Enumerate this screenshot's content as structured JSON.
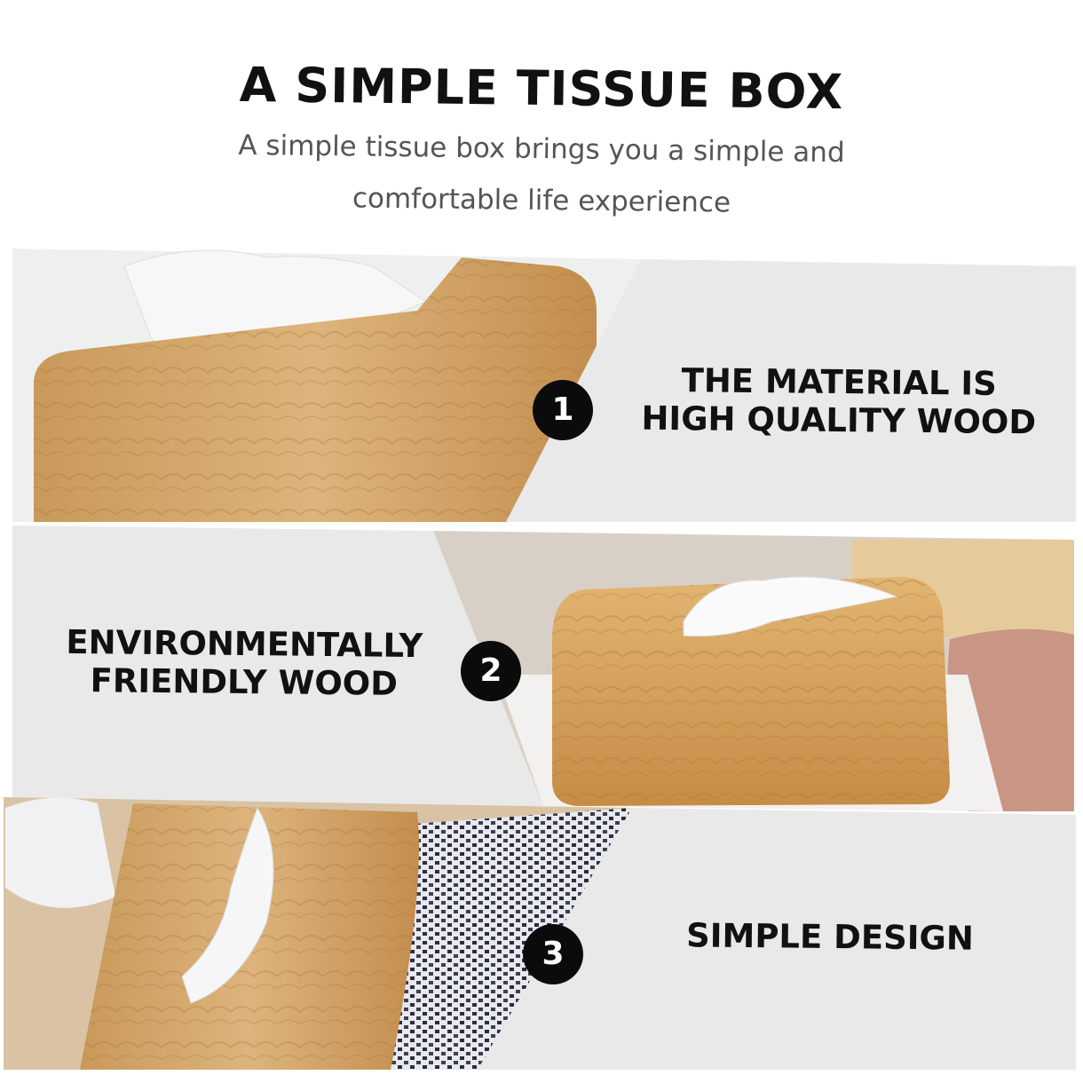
{
  "header": {
    "title": "A SIMPLE TISSUE BOX",
    "subtitle_line1": "A simple tissue box brings you a simple and",
    "subtitle_line2": "comfortable life experience"
  },
  "features": [
    {
      "number": "1",
      "line1": "THE MATERIAL IS",
      "line2": "HIGH QUALITY WOOD"
    },
    {
      "number": "2",
      "line1": "ENVIRONMENTALLY",
      "line2": "FRIENDLY WOOD"
    },
    {
      "number": "3",
      "line1": "SIMPLE DESIGN"
    }
  ],
  "colors": {
    "panel_gray": "#e9e9e9",
    "wood_light": "#d8ad72",
    "wood_dark": "#b98443",
    "badge": "#0b0b0b",
    "title_text": "#111111",
    "subtitle_text": "#555555"
  }
}
